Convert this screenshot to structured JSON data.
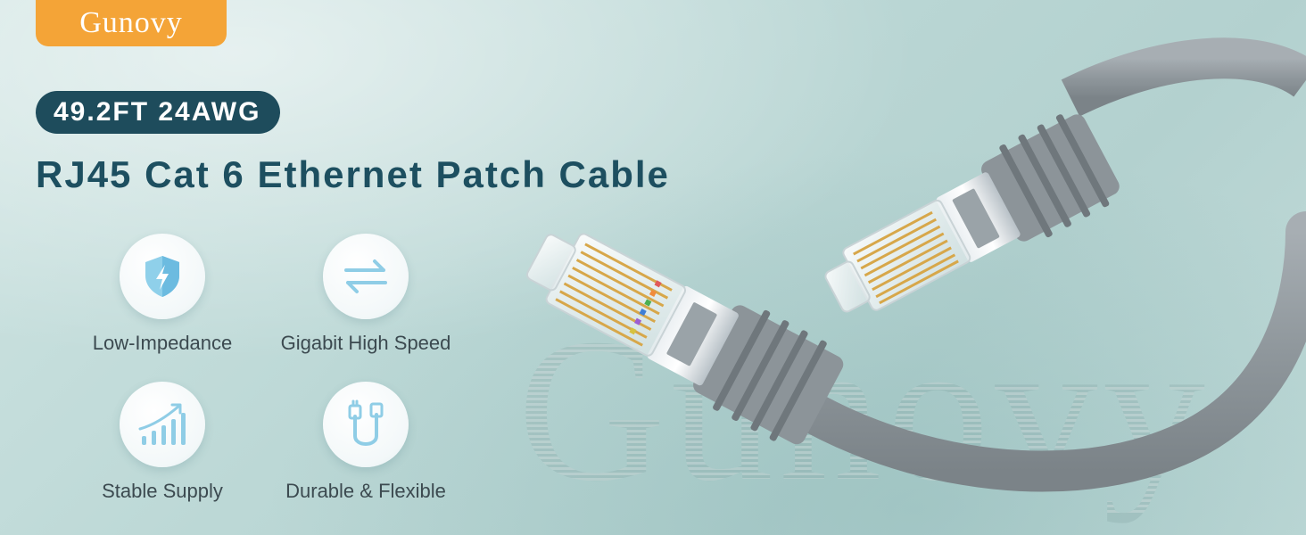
{
  "brand": {
    "name": "Gunovy",
    "watermark": "Gunovy"
  },
  "spec_badge": {
    "text": "49.2FT 24AWG"
  },
  "headline": {
    "text": "RJ45 Cat 6 Ethernet Patch Cable"
  },
  "features": [
    {
      "label": "Low-Impedance",
      "icon": "shield-lightning-icon"
    },
    {
      "label": "Gigabit High Speed",
      "icon": "transfer-arrows-icon"
    },
    {
      "label": "Stable Supply",
      "icon": "signal-growth-icon"
    },
    {
      "label": "Durable & Flexible",
      "icon": "cable-icon"
    }
  ],
  "colors": {
    "brand_orange": "#f4a437",
    "title_teal": "#1d4f60",
    "badge_bg": "#1e4c5c",
    "icon_blue": "#7ec3e3",
    "cable_gray": "#8f979c"
  }
}
